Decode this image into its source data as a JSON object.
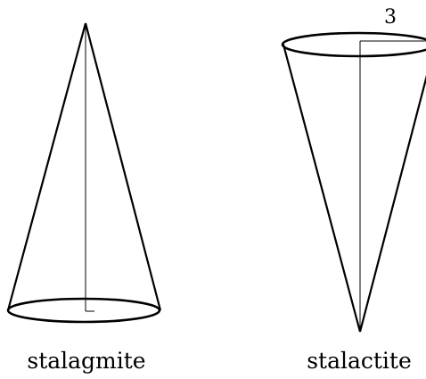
{
  "labels": {
    "left_cone": "stalagmite",
    "right_cone": "stalactite",
    "radius": "3"
  },
  "colors": {
    "stroke": "#000000",
    "background": "#ffffff"
  }
}
